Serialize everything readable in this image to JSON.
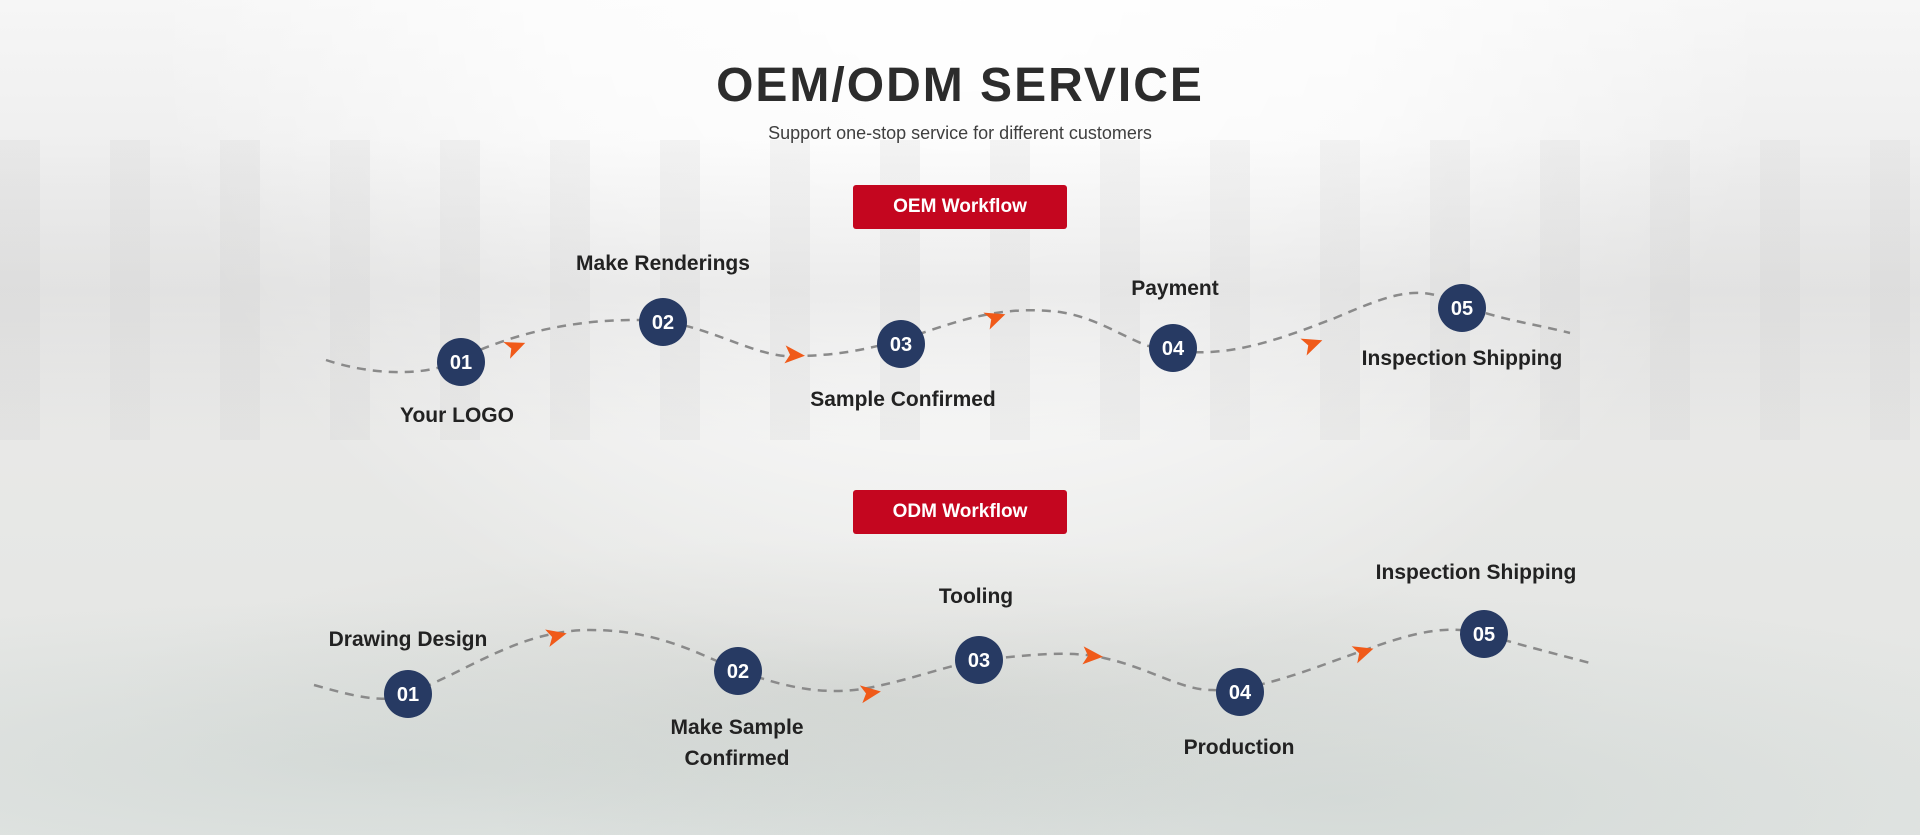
{
  "header": {
    "title": "OEM/ODM SERVICE",
    "subtitle": "Support one-stop service for different customers"
  },
  "colors": {
    "accent_red": "#c4061f",
    "node_navy": "#273a63",
    "arrow_orange": "#f05a19",
    "path_gray": "#8a8a8a",
    "text_dark": "#222222"
  },
  "oem": {
    "badge": "OEM Workflow",
    "steps": [
      {
        "num": "01",
        "label": "Your LOGO"
      },
      {
        "num": "02",
        "label": "Make Renderings"
      },
      {
        "num": "03",
        "label": "Sample Confirmed"
      },
      {
        "num": "04",
        "label": "Payment"
      },
      {
        "num": "05",
        "label": "Inspection Shipping"
      }
    ]
  },
  "odm": {
    "badge": "ODM Workflow",
    "steps": [
      {
        "num": "01",
        "label": "Drawing Design"
      },
      {
        "num": "02",
        "label": "Make Sample",
        "label2": "Confirmed"
      },
      {
        "num": "03",
        "label": "Tooling"
      },
      {
        "num": "04",
        "label": "Production"
      },
      {
        "num": "05",
        "label": "Inspection Shipping"
      }
    ]
  }
}
